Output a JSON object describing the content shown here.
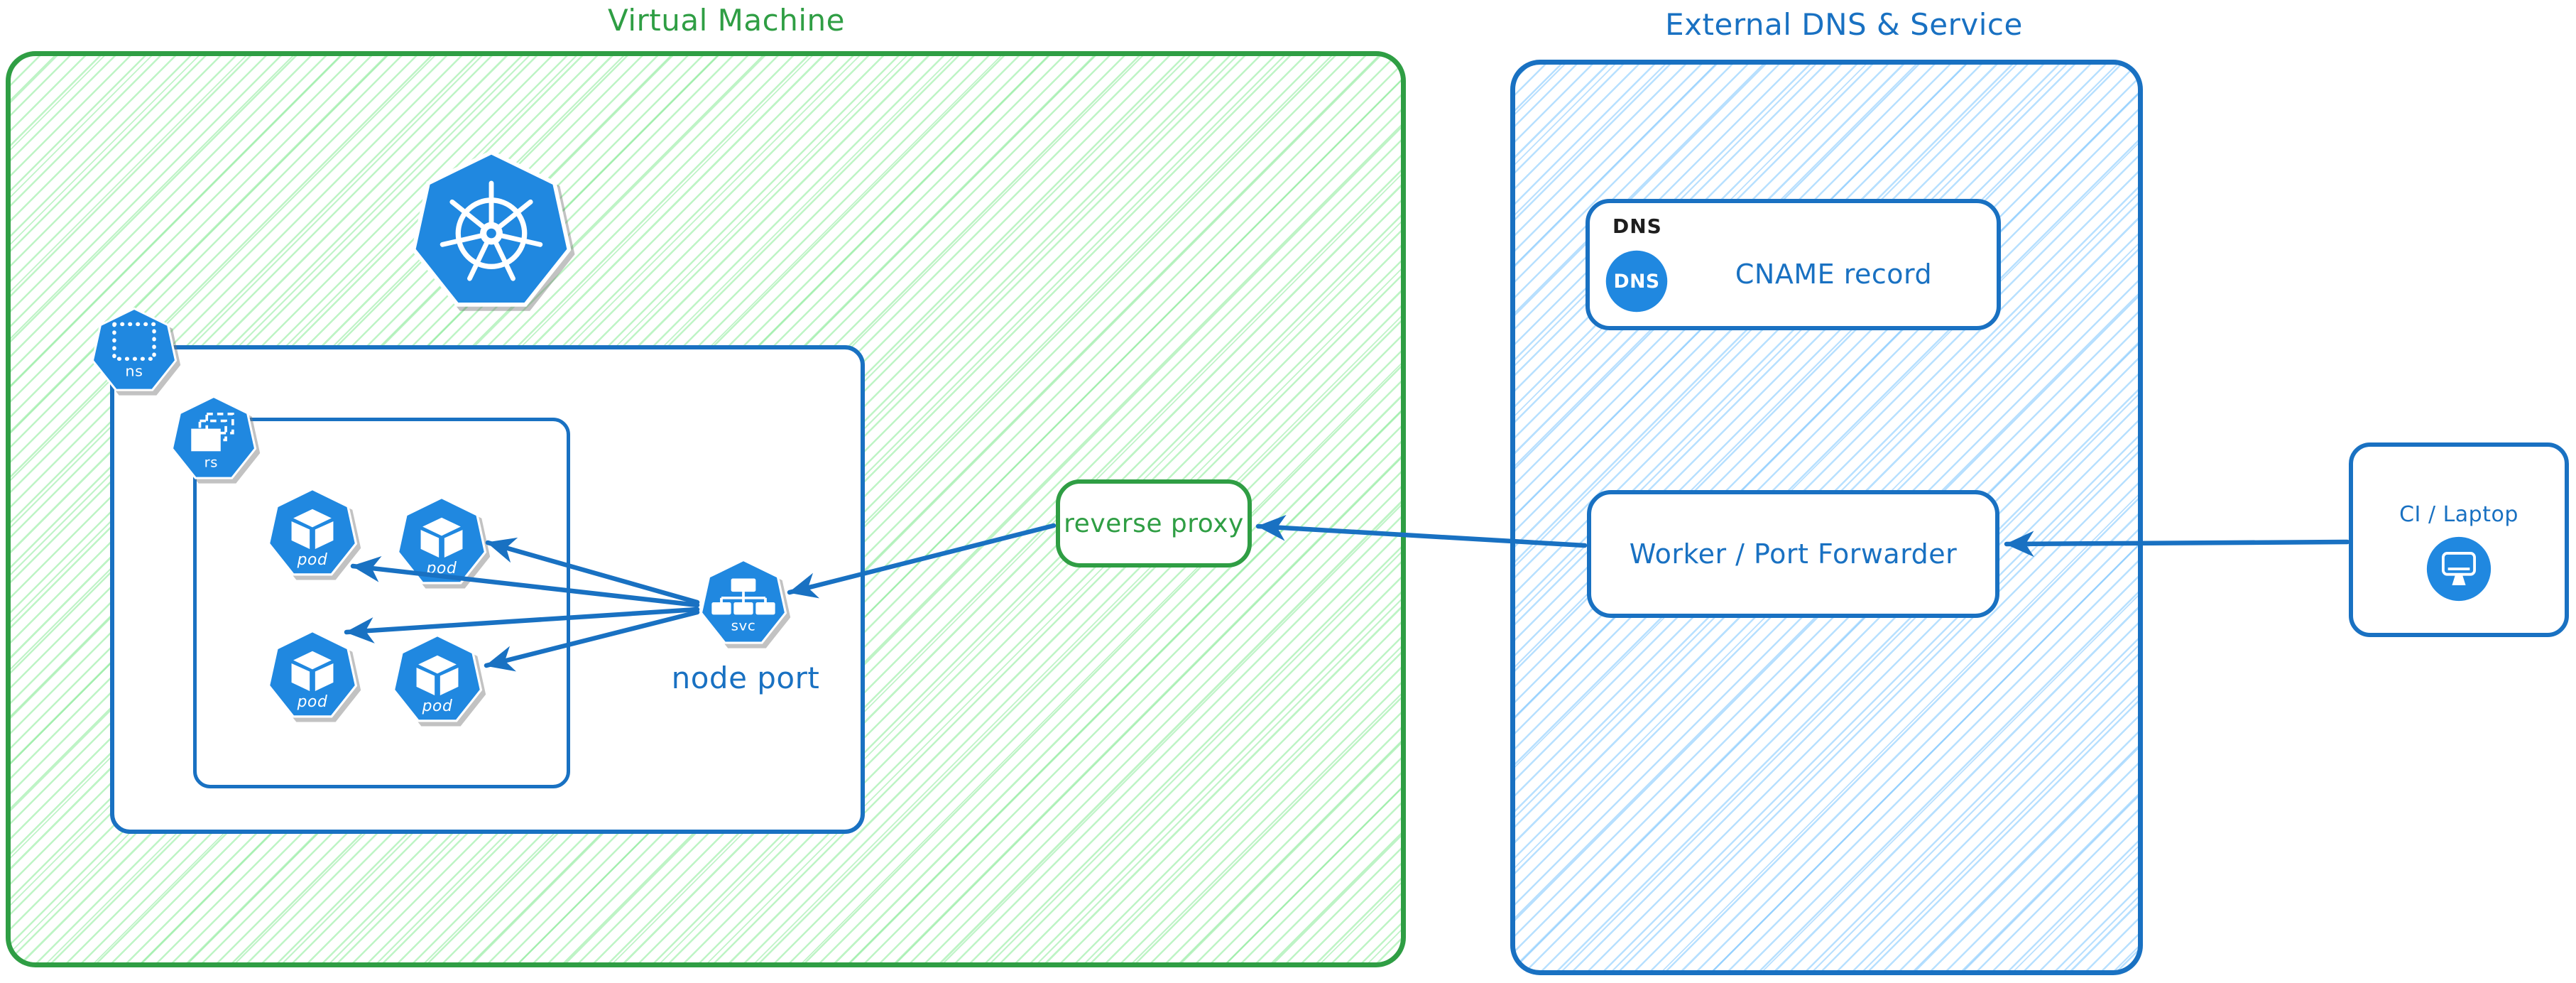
{
  "colors": {
    "green": "#2f9e44",
    "green_hatch": "#b2f2bb",
    "blue": "#1971c2",
    "blue_hatch": "#a5d8ff",
    "icon_blue": "#2088e0",
    "ink": "#1e1e1e"
  },
  "vm": {
    "title": "Virtual Machine",
    "node_port_label": "node port",
    "reverse_proxy_label": "reverse proxy"
  },
  "kubernetes": {
    "ns_label": "ns",
    "rs_label": "rs",
    "pod_label": "pod",
    "svc_label": "svc"
  },
  "external": {
    "title": "External DNS & Service",
    "dns_tag": "DNS",
    "dns_badge": "DNS",
    "cname_label": "CNAME record",
    "worker_label": "Worker / Port Forwarder"
  },
  "client": {
    "label": "CI / Laptop"
  }
}
